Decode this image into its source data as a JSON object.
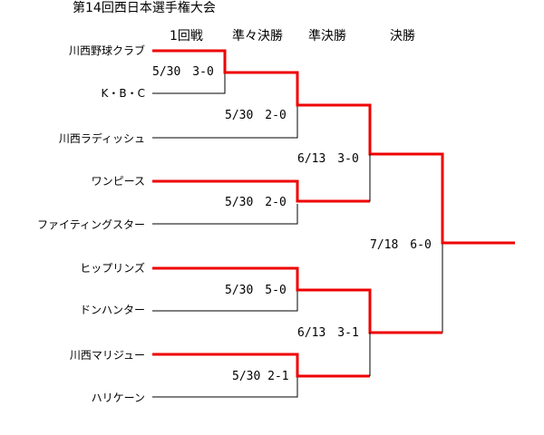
{
  "title": "第14回西日本選手権大会",
  "rounds": [
    "1回戦",
    "準々決勝",
    "準決勝",
    "決勝"
  ],
  "teams": [
    "川西野球クラブ",
    "K・B・C",
    "川西ラディッシュ",
    "ワンピース",
    "ファイティングスター",
    "ヒップリンズ",
    "ドンハンター",
    "川西マリジュー",
    "ハリケーン"
  ],
  "matches": {
    "r1": "5/30　3-0",
    "qf1": "5/30　2-0",
    "qf2": "5/30　2-0",
    "qf3": "5/30　5-0",
    "qf4": "5/30 2-1",
    "sf1": "6/13　3-0",
    "sf2": "6/13　3-1",
    "final": "7/18　6-0"
  },
  "colors": {
    "winner": "#ee0000",
    "line": "#000000"
  }
}
